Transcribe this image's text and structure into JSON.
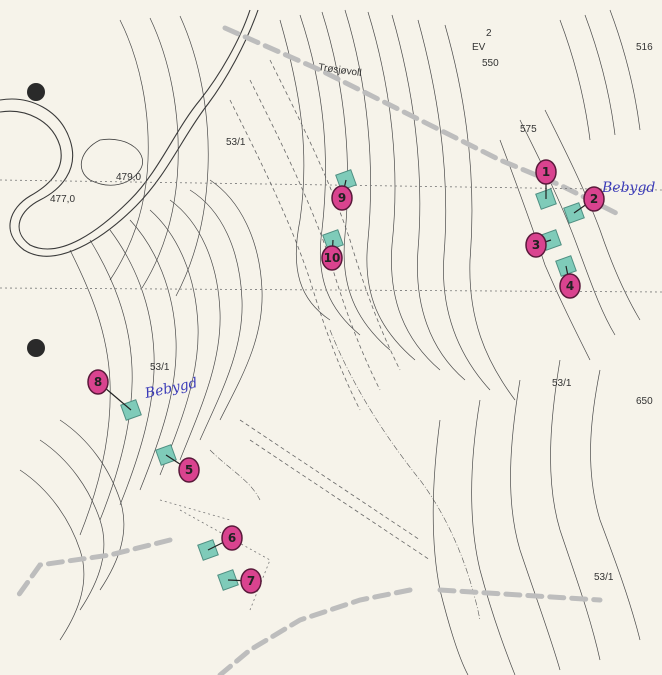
{
  "map": {
    "place_name": "Trøsjøvoll",
    "road_code": "2\nEV",
    "sheet_ref": "516",
    "parcels": [
      "53/1",
      "53/1",
      "53/1",
      "53/1"
    ],
    "elevations": [
      "479,0",
      "477,0",
      "550",
      "575",
      "650"
    ],
    "annotations": [
      "Bebygd",
      "Bebygd"
    ],
    "markers": [
      {
        "label": "1"
      },
      {
        "label": "2"
      },
      {
        "label": "3"
      },
      {
        "label": "4"
      },
      {
        "label": "5"
      },
      {
        "label": "6"
      },
      {
        "label": "7"
      },
      {
        "label": "8"
      },
      {
        "label": "9"
      },
      {
        "label": "10"
      }
    ],
    "colors": {
      "paper": "#f6f3ea",
      "ink": "#3a3a3a",
      "marker_fill": "#d9438f",
      "marker_stroke": "#5a1a3b",
      "building_fill": "#7fcbb9",
      "building_stroke": "#4f8f82",
      "boundary": "#b9b9b9",
      "handwriting": "#3b3bb8"
    }
  }
}
